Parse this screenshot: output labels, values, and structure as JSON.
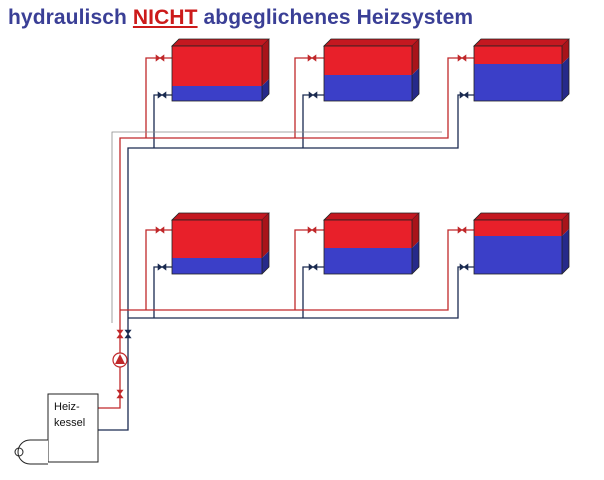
{
  "title": {
    "prefix": "hydraulisch ",
    "emphasis": "NICHT",
    "suffix": " abgeglichenes Heizsystem"
  },
  "boiler": {
    "label_line1": "Heiz-",
    "label_line2": "kessel"
  },
  "radiators": [
    {
      "id": "top-1",
      "hot_fraction": 0.72
    },
    {
      "id": "top-2",
      "hot_fraction": 0.52
    },
    {
      "id": "top-3",
      "hot_fraction": 0.32
    },
    {
      "id": "bottom-1",
      "hot_fraction": 0.7
    },
    {
      "id": "bottom-2",
      "hot_fraction": 0.52
    },
    {
      "id": "bottom-3",
      "hot_fraction": 0.3
    }
  ],
  "colors": {
    "title": "#3a3f96",
    "title_emphasis": "#cc1a1a",
    "hot_water": "#e8202a",
    "cold_water": "#3b3fc8",
    "supply_pipe": "#c0282a",
    "return_pipe": "#1a2a50",
    "outline": "#222222"
  }
}
